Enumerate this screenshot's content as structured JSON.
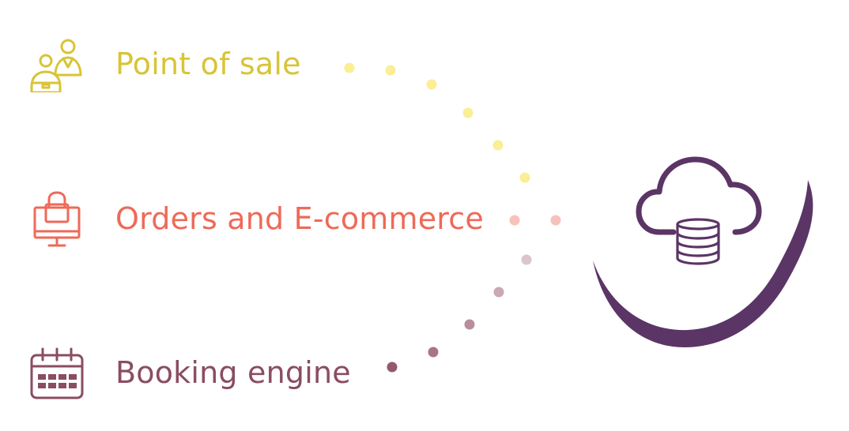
{
  "channels": [
    {
      "id": "pos",
      "label": "Point of sale",
      "icon": "point-of-sale-icon",
      "color": "#D8C436"
    },
    {
      "id": "orders",
      "label": "Orders and E-commerce",
      "icon": "e-commerce-icon",
      "color": "#EE6A58"
    },
    {
      "id": "booking",
      "label": "Booking engine",
      "icon": "calendar-icon",
      "color": "#8A4D61"
    }
  ],
  "connectors": {
    "pos_color": "#FBEE94",
    "orders_color": "#F7C1BC",
    "booking_colors": [
      "#DBC5CD",
      "#C9A9B3",
      "#B98E9B",
      "#A87685",
      "#93596C"
    ]
  },
  "hub": {
    "icon": "cloud-database-icon",
    "color": "#5B3566"
  }
}
